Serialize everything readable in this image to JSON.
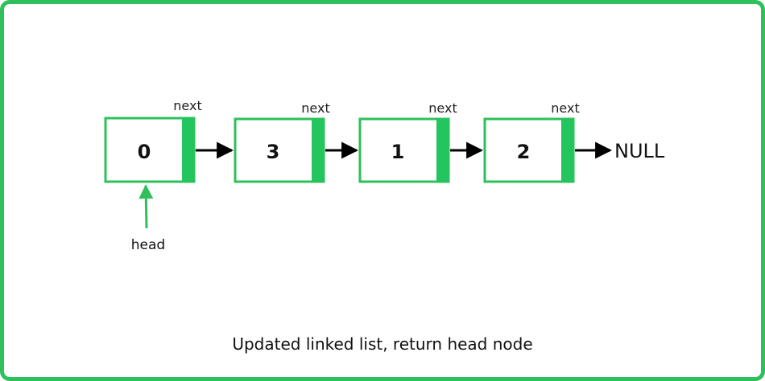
{
  "nodes": [
    {
      "value": "0",
      "next_label": "next"
    },
    {
      "value": "3",
      "next_label": "next"
    },
    {
      "value": "1",
      "next_label": "next"
    },
    {
      "value": "2",
      "next_label": "next"
    }
  ],
  "null_label": "NULL",
  "head_label": "head",
  "caption": "Updated linked list, return head node",
  "colors": {
    "accent": "#2ec05a",
    "pointer_block": "#22c55e",
    "arrow": "#000000",
    "head_arrow": "#2ec05a"
  }
}
